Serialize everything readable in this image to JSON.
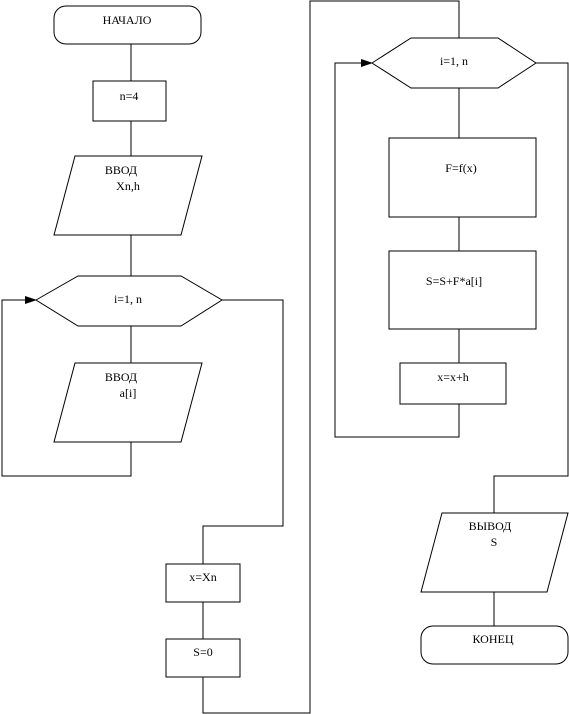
{
  "flowchart": {
    "start": "НАЧАЛО",
    "init_n": "n=4",
    "input_x": [
      "ВВОД",
      "Xn,h"
    ],
    "loop1_header": "i=1, n",
    "input_a": [
      "ВВОД",
      "a[i]"
    ],
    "assign_x": "x=Xn",
    "assign_s": "S=0",
    "loop2_header": "i=1, n",
    "calc_f": "F=f(x)",
    "calc_s": "S=S+F*a[i]",
    "step_x": "x=x+h",
    "output": [
      "ВЫВОД",
      "S"
    ],
    "end": "КОНЕЦ"
  }
}
